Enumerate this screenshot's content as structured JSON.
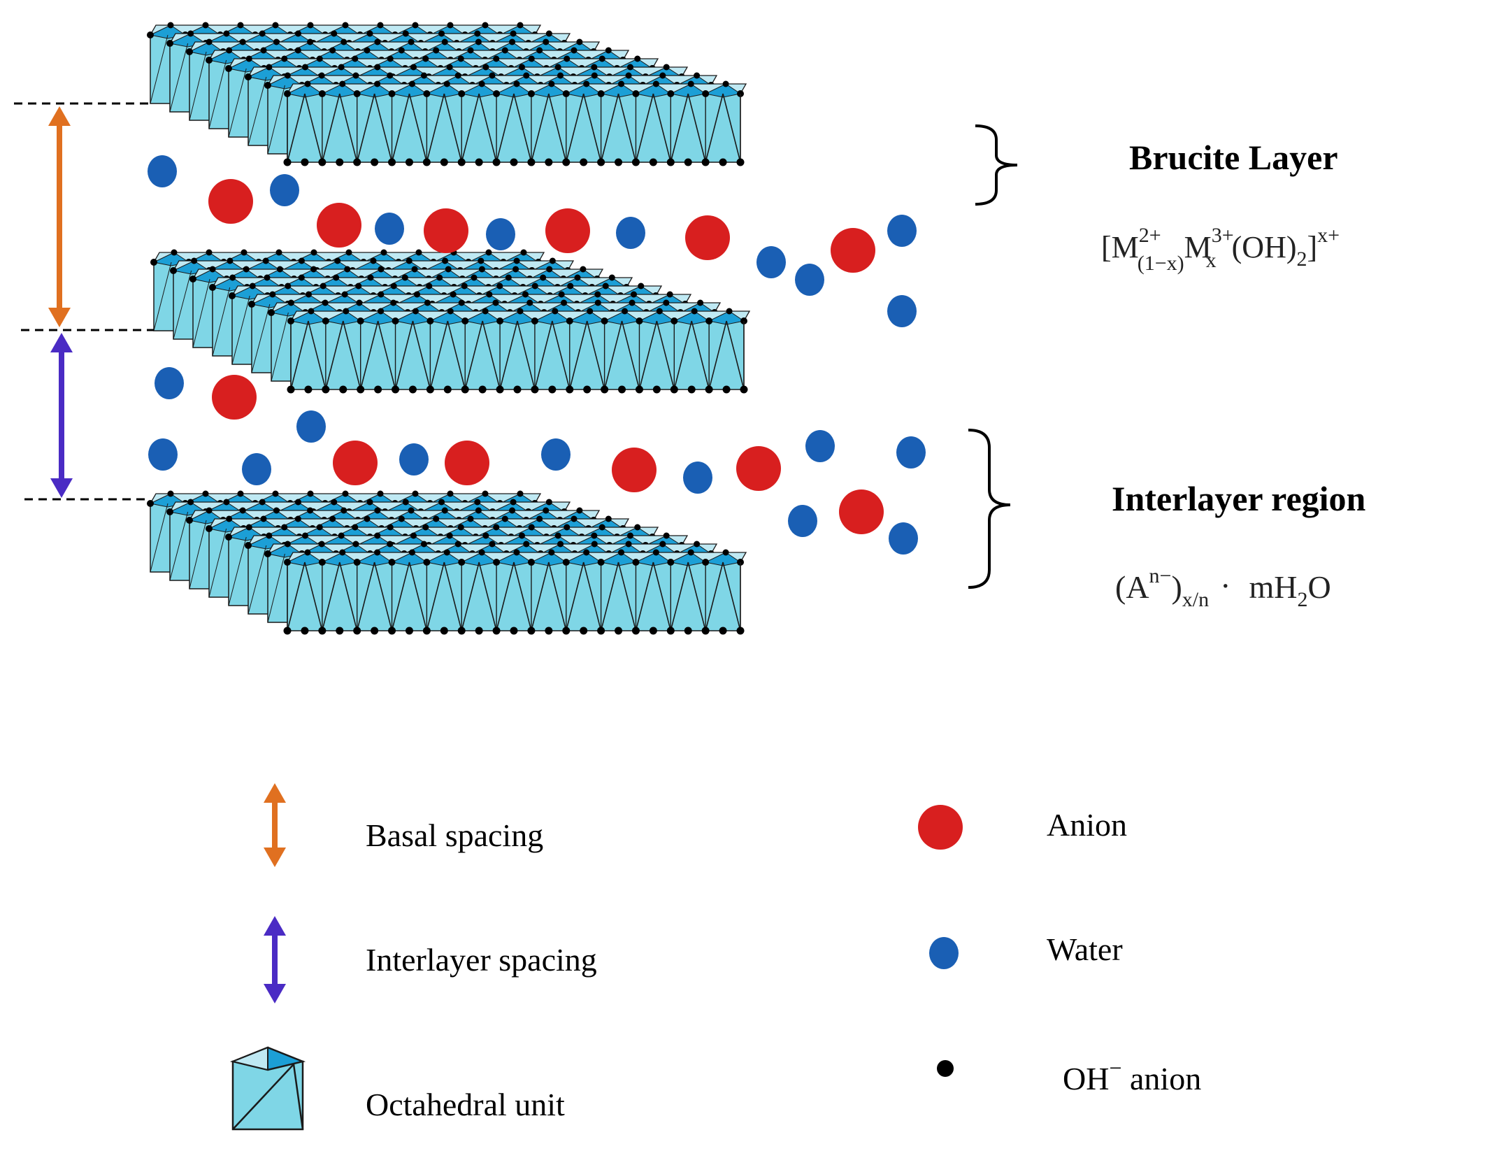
{
  "colors": {
    "octahedron_side": "#7fd6e6",
    "octahedron_top": "#1c9fd6",
    "octahedron_top_light": "#bfe9f3",
    "edge": "#1a1a1a",
    "oh_dot": "#000000",
    "anion": "#d81f1f",
    "water": "#1a5fb4",
    "basal_arrow": "#e07020",
    "interlayer_arrow": "#4a2bc4"
  },
  "labels": {
    "brucite_title": "Brucite Layer",
    "brucite_formula": {
      "open": "[M",
      "sup1": "2+",
      "sub1": "(1−x)",
      "mid": "M",
      "sup2": "3+",
      "sub2": "x",
      "tail": "(OH)",
      "sub3": "2",
      "close": "]",
      "sup3": "x+"
    },
    "interlayer_title": "Interlayer region",
    "interlayer_formula": {
      "open": "(A",
      "sup1": "n−",
      "close": ")",
      "sub1": "x/n",
      "dot": "·",
      "water": "mH",
      "sub2": "2",
      "o": "O"
    }
  },
  "legend": {
    "basal": "Basal spacing",
    "interlayer": "Interlayer spacing",
    "octahedral": "Octahedral unit",
    "anion": "Anion",
    "water": "Water",
    "oh_main": "OH",
    "oh_sup": "−",
    "oh_tail": " anion"
  }
}
